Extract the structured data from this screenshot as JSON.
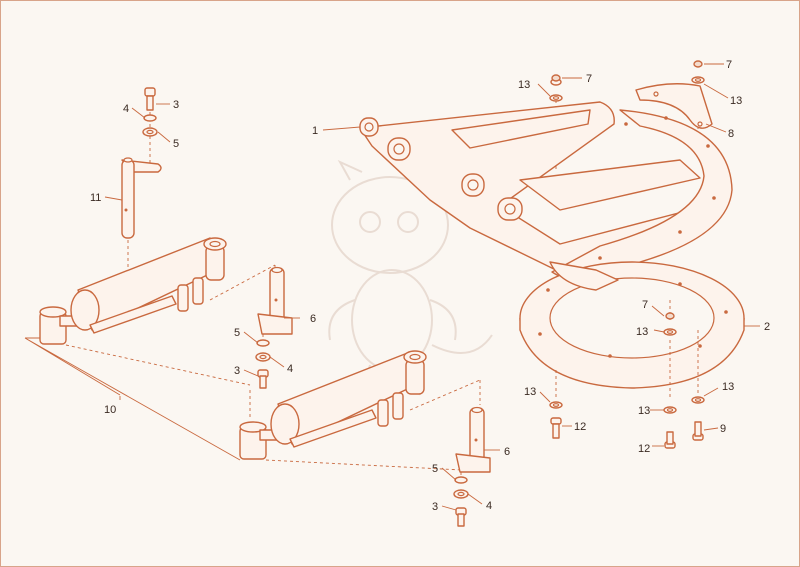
{
  "diagram": {
    "colors": {
      "line": "#c9693f",
      "fill": "#fdf3ec",
      "background": "#fbf7f2",
      "text": "#3a2a22"
    },
    "callouts": {
      "c1": "1",
      "c2": "2",
      "c3a": "3",
      "c3b": "3",
      "c3c": "3",
      "c4a": "4",
      "c4b": "4",
      "c4c": "4",
      "c5a": "5",
      "c5b": "5",
      "c5c": "5",
      "c6a": "6",
      "c6b": "6",
      "c7a": "7",
      "c7b": "7",
      "c7c": "7",
      "c8": "8",
      "c9": "9",
      "c10": "10",
      "c11": "11",
      "c12a": "12",
      "c12b": "12",
      "c13a": "13",
      "c13b": "13",
      "c13c": "13",
      "c13d": "13",
      "c13e": "13",
      "c13f": "13"
    }
  }
}
